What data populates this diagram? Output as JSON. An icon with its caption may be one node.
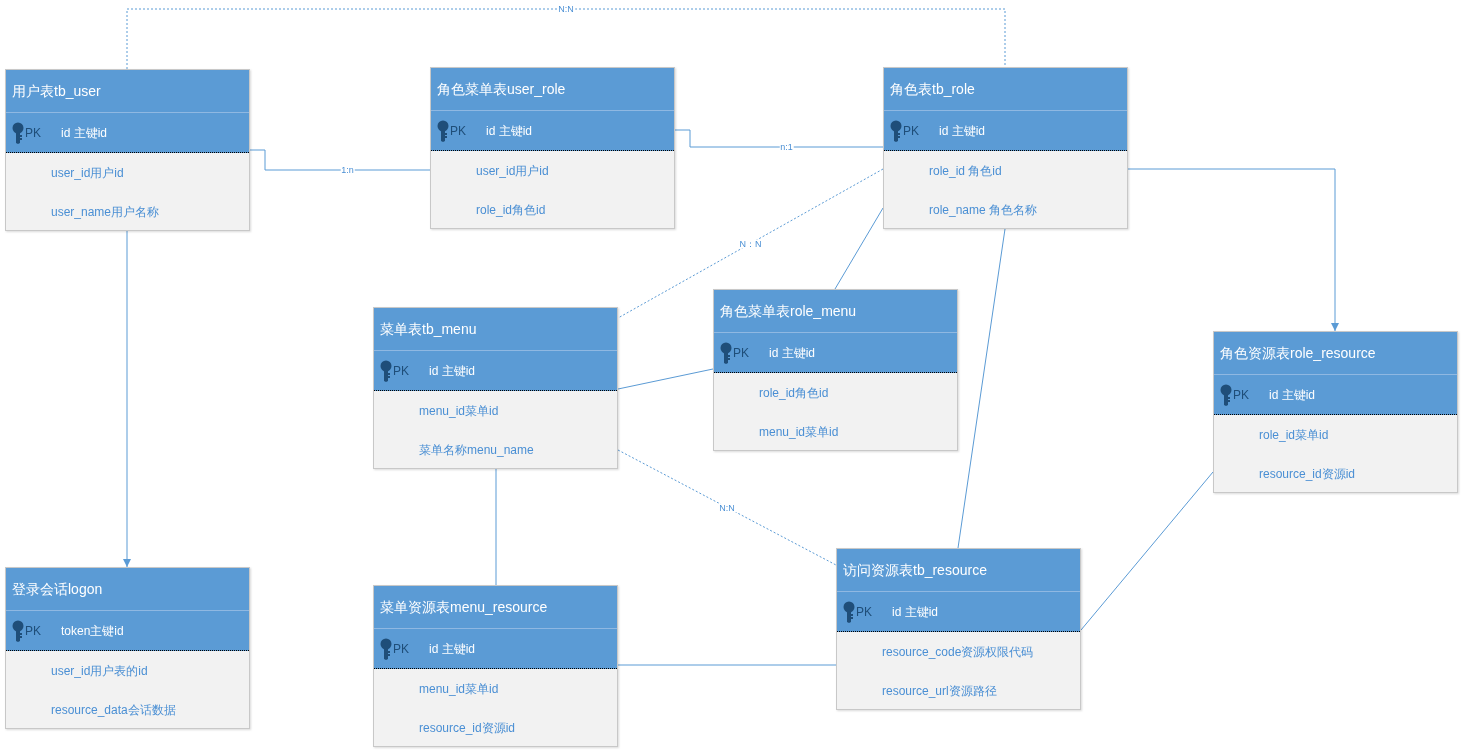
{
  "diagram": {
    "nodes": [
      {
        "text": [
          "用户表tb_user",
          "PK",
          "id 主键id",
          "user_id用户id",
          "user_name用户名称"
        ]
      },
      {
        "text": [
          "角色菜单表user_role",
          "PK",
          "id 主键id",
          "user_id用户id",
          "role_id角色id"
        ]
      },
      {
        "text": [
          "角色表tb_role",
          "PK",
          "id 主键id",
          "role_id 角色id",
          "role_name 角色名称"
        ]
      },
      {
        "text": [
          "菜单表tb_menu",
          "PK",
          "id 主键id",
          "menu_id菜单id",
          "菜单名称menu_name"
        ]
      },
      {
        "text": [
          "角色菜单表role_menu",
          "PK",
          "id 主键id",
          "role_id角色id",
          "menu_id菜单id"
        ]
      },
      {
        "text": [
          "角色资源表role_resource",
          "PK",
          "id 主键id",
          "role_id菜单id",
          "resource_id资源id"
        ]
      },
      {
        "text": [
          "登录会话logon",
          "PK",
          "token主键id",
          "user_id用户表的id",
          "resource_data会话数据"
        ]
      },
      {
        "text": [
          "菜单资源表menu_resource",
          "PK",
          "id 主键id",
          "menu_id菜单id",
          "resource_id资源id"
        ]
      },
      {
        "text": [
          "访问资源表tb_resource",
          "PK",
          "id 主键id",
          "resource_code资源权限代码",
          "resource_url资源路径"
        ]
      }
    ],
    "edges": [
      {
        "from": 0,
        "to": 2,
        "arrow": "none",
        "label": "N:N",
        "style": "dashed"
      },
      {
        "from": 0,
        "to": 1,
        "arrow": "none",
        "label": "1:n"
      },
      {
        "from": 1,
        "to": 2,
        "arrow": "none",
        "label": "n:1"
      },
      {
        "from": 0,
        "to": 6,
        "arrow": "to"
      },
      {
        "from": 2,
        "to": 5,
        "arrow": "to"
      },
      {
        "from": 2,
        "to": 3,
        "arrow": "none",
        "label": "N：N",
        "style": "dashed"
      },
      {
        "from": 2,
        "to": 4,
        "arrow": "none"
      },
      {
        "from": 3,
        "to": 4,
        "arrow": "none"
      },
      {
        "from": 3,
        "to": 8,
        "arrow": "none",
        "label": "N:N",
        "style": "dashed"
      },
      {
        "from": 3,
        "to": 7,
        "arrow": "none"
      },
      {
        "from": 2,
        "to": 8,
        "arrow": "none"
      },
      {
        "from": 5,
        "to": 8,
        "arrow": "none"
      },
      {
        "from": 7,
        "to": 8,
        "arrow": "none"
      }
    ]
  }
}
